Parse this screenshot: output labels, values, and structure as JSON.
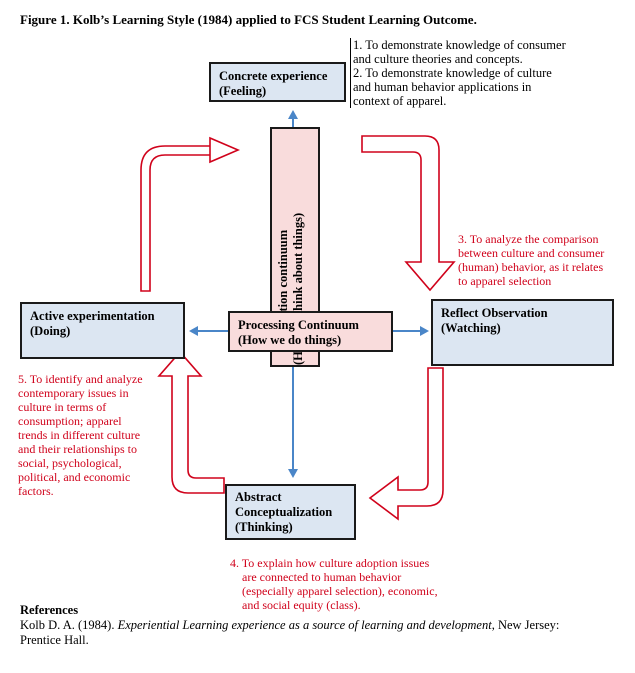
{
  "title": "Figure 1. Kolb’s Learning Style (1984) applied to FCS Student Learning Outcome.",
  "outcomes": {
    "o1_2": [
      "1. To demonstrate knowledge of consumer",
      "and culture theories and concepts.",
      "2. To demonstrate knowledge of culture",
      "and human behavior applications in",
      "context of apparel."
    ],
    "o3": [
      "3. To analyze the comparison",
      "between culture and consumer",
      "(human) behavior, as it relates",
      "to apparel selection"
    ],
    "o4": [
      "4.  To explain how culture adoption issues",
      "are connected to human behavior",
      "(especially apparel selection), economic,",
      "and social equity (class)."
    ],
    "o5": [
      "5.  To identify and analyze",
      "contemporary issues in",
      "culture in terms of",
      "consumption; apparel",
      "trends in different culture",
      "and their relationships to",
      "social, psychological,",
      "political, and economic",
      "factors."
    ]
  },
  "boxes": {
    "concrete": [
      "Concrete experience",
      "(Feeling)"
    ],
    "active": [
      "Active experimentation",
      "(Doing)"
    ],
    "processing": [
      "Processing Continuum",
      "(How we do things)"
    ],
    "reflect": [
      "Reflect Observation",
      "(Watching)"
    ],
    "abstract": [
      "Abstract",
      "Conceptualization",
      "(Thinking)"
    ],
    "perception": [
      "Perception continuum",
      "(How we think about things)"
    ]
  },
  "references": {
    "heading": "References",
    "line1_plain": "Kolb D. A. (1984). ",
    "line1_italic": "Experiential Learning experience as a source of learning and development",
    "line1_tail": ", New Jersey:",
    "line2": "Prentice Hall."
  },
  "colors": {
    "box_fill": "#dce6f2",
    "pink_fill": "#f9dcdc",
    "red": "#d0021b",
    "arrow_blue": "#4a86c8"
  }
}
